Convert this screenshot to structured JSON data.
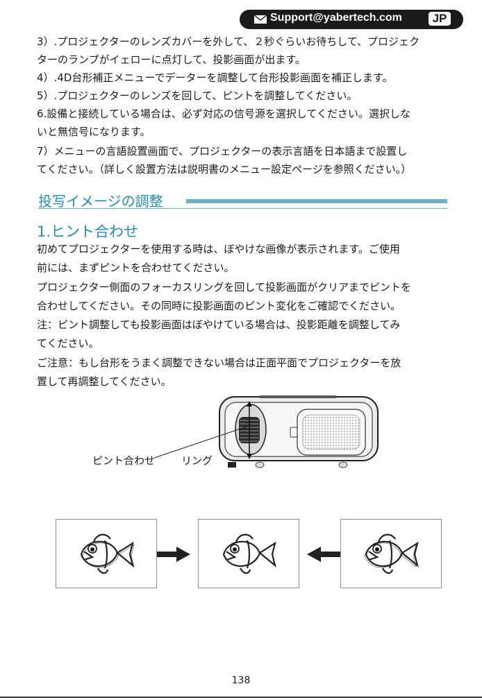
{
  "header": {
    "support_email": "Support@yabertech.com",
    "language_badge": "JP",
    "mail_icon": "envelope-icon"
  },
  "paragraphs_top": [
    "3）.プロジェクターのレンズカバーを外して、２秒ぐらいお待ちして、プロジェク",
    "ターのランプがイェローに点灯して、投影画面が出ます。",
    "4）.4D台形補正メニューでデーターを調整して台形投影画面を補正します。",
    "5）.プロジェクターのレンズを回して、ピントを調整してください。",
    "6.設備と接続している場合は、必ず対応の信号源を選択してください。選択しな",
    "いと無信号になります。",
    "7）メニューの言語設置画面で、プロジェクターの表示言語を日本語まで設置し",
    "てください。（詳しく設置方法は説明書のメニュー設定ページを参照ください。）"
  ],
  "section": {
    "title": "投写イメージの調整",
    "accent_color": "#2a8ab0"
  },
  "subsection": {
    "title": "1.ヒント合わせ"
  },
  "paragraphs_body": [
    "初めてプロジェクターを使用する時は、ぼやけな画像が表示されます。ご使用",
    "前には、まずピントを合わせてください。",
    "プロジェクター側面のフォーカスリングを回して投影画面がクリアまでピントを",
    "合わせしてください。その同時に投影画面のピント変化をご確認でください。",
    "注：ピント調整しても投影画面はぼやけている場合は、投影距離を調整してみ",
    "てください。",
    "ご注意：もし台形をうまく調整できない場合は正面平面でプロジェクターを放",
    "置して再調整してください。"
  ],
  "figure": {
    "label_focus": "ピント合わせ",
    "label_ring": "リング",
    "illustration": "projector-illustration",
    "fish_icon": "fish-icon"
  },
  "footer": {
    "page_number": "138"
  }
}
